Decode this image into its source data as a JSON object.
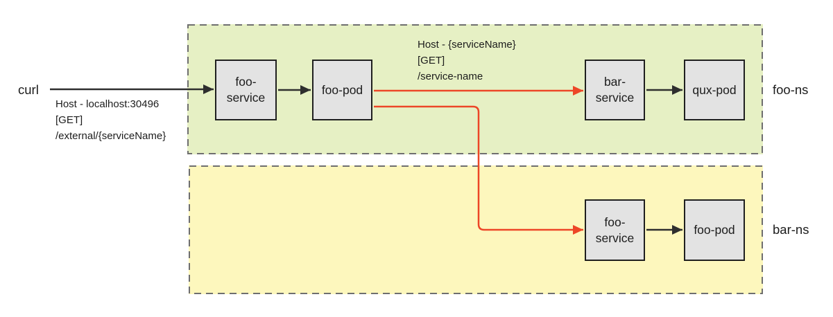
{
  "client": {
    "label": "curl"
  },
  "request_external": {
    "line1": "Host - localhost:30496",
    "line2": "[GET]",
    "line3": "/external/{serviceName}"
  },
  "request_internal": {
    "line1": "Host - {serviceName}",
    "line2": "[GET]",
    "line3": "/service-name"
  },
  "namespaces": {
    "foo": {
      "label": "foo-ns"
    },
    "bar": {
      "label": "bar-ns"
    }
  },
  "nodes": {
    "foo_service_top": {
      "line1": "foo-",
      "line2": "service"
    },
    "foo_pod_top": {
      "line1": "foo-pod",
      "line2": ""
    },
    "bar_service": {
      "line1": "bar-",
      "line2": "service"
    },
    "qux_pod": {
      "line1": "qux-pod",
      "line2": ""
    },
    "foo_service_bottom": {
      "line1": "foo-",
      "line2": "service"
    },
    "foo_pod_bottom": {
      "line1": "foo-pod",
      "line2": ""
    }
  },
  "colors": {
    "namespace_foo_fill": "#e6f0c4",
    "namespace_bar_fill": "#fdf7bd",
    "namespace_border": "#6e6e6e",
    "node_fill": "#e3e3e3",
    "node_border": "#1f1f1f",
    "arrow_black": "#2e2e2e",
    "arrow_red": "#ed4627",
    "text": "#1c1c1c",
    "background": "#ffffff"
  }
}
